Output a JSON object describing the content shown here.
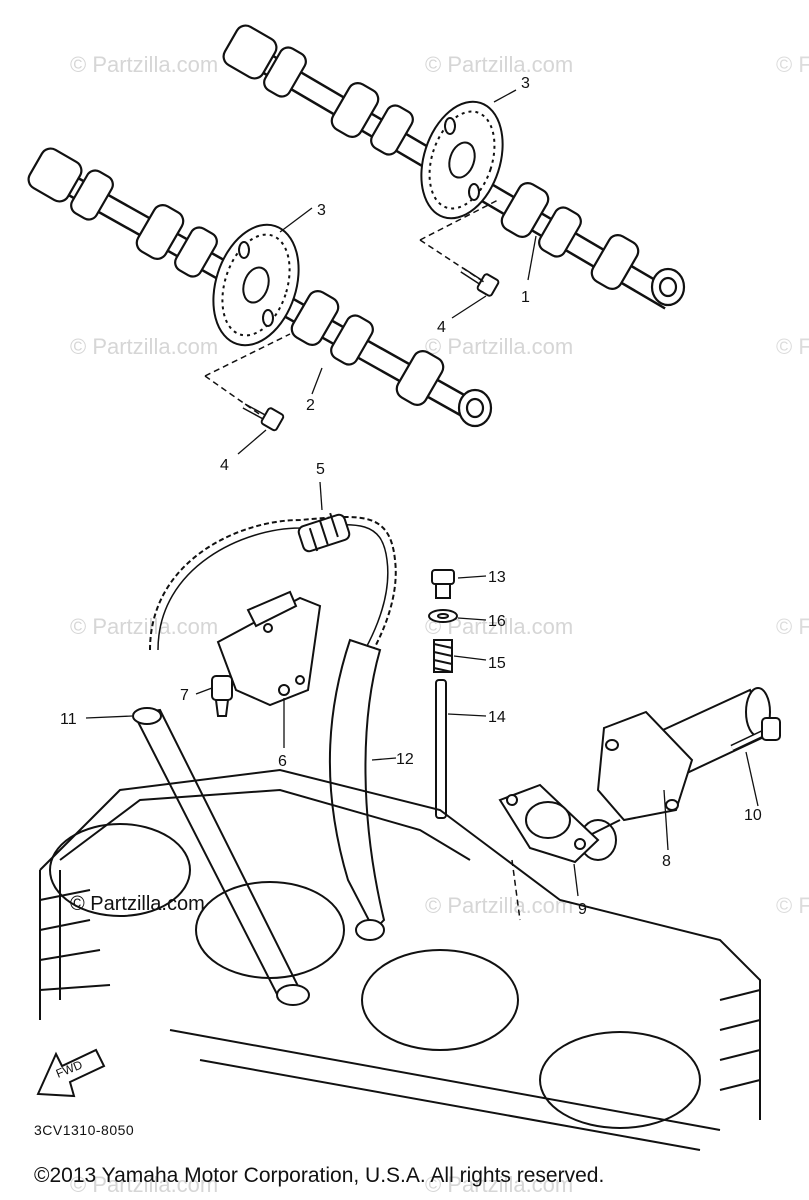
{
  "watermark": {
    "text": "© Partzilla.com",
    "edge_text": "© F"
  },
  "site_mark": "© Partzilla.com",
  "figure_code": "3CV1310-8050",
  "copyright": "©2013 Yamaha Motor Corporation, U.S.A. All rights reserved.",
  "direction_arrow_label": "FWD",
  "callouts": {
    "c1": "1",
    "c2": "2",
    "c3a": "3",
    "c3b": "3",
    "c4a": "4",
    "c4b": "4",
    "c5": "5",
    "c6": "6",
    "c7": "7",
    "c8": "8",
    "c9": "9",
    "c10": "10",
    "c11": "11",
    "c12": "12",
    "c13": "13",
    "c14": "14",
    "c15": "15",
    "c16": "16"
  },
  "colors": {
    "ink": "#111111",
    "watermark": "#d6d6d6",
    "paper": "#ffffff"
  }
}
